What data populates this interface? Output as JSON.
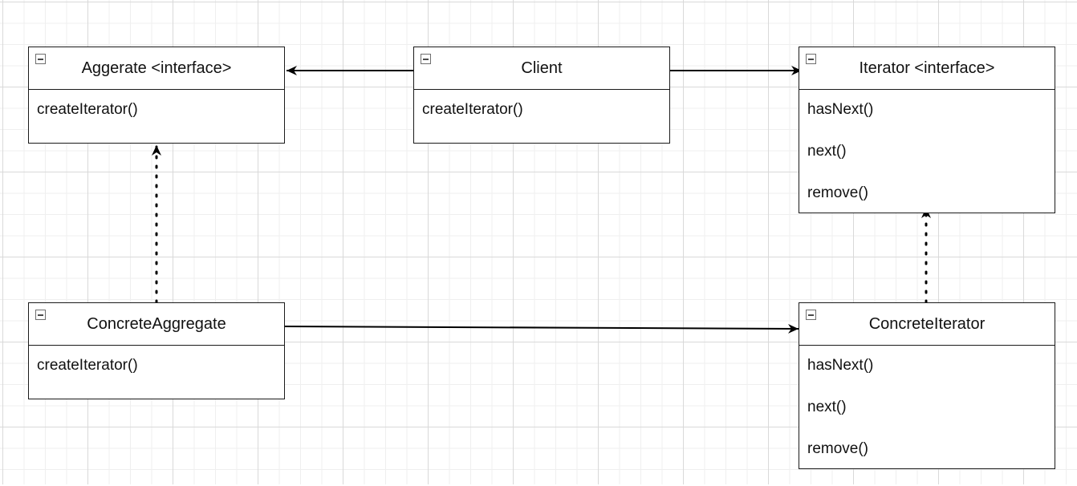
{
  "diagram": {
    "nodes": [
      {
        "id": "aggregate",
        "title": "Aggerate <interface>",
        "methods": [
          "createIterator()"
        ],
        "collapse_icon": "minus-square-icon"
      },
      {
        "id": "client",
        "title": "Client",
        "methods": [
          "createIterator()"
        ],
        "collapse_icon": "minus-square-icon"
      },
      {
        "id": "iterator",
        "title": "Iterator <interface>",
        "methods": [
          "hasNext()",
          "next()",
          "remove()"
        ],
        "collapse_icon": "minus-square-icon"
      },
      {
        "id": "concrete-aggregate",
        "title": "ConcreteAggregate",
        "methods": [
          "createIterator()"
        ],
        "collapse_icon": "minus-square-icon"
      },
      {
        "id": "concrete-iterator",
        "title": "ConcreteIterator",
        "methods": [
          "hasNext()",
          "next()",
          "remove()"
        ],
        "collapse_icon": "minus-square-icon"
      }
    ],
    "edges": [
      {
        "from": "client",
        "to": "aggregate",
        "style": "solid",
        "arrow": "open"
      },
      {
        "from": "client",
        "to": "iterator",
        "style": "solid",
        "arrow": "open"
      },
      {
        "from": "concrete-aggregate",
        "to": "aggregate",
        "style": "dotted",
        "arrow": "open"
      },
      {
        "from": "concrete-iterator",
        "to": "iterator",
        "style": "dotted",
        "arrow": "open"
      },
      {
        "from": "concrete-aggregate",
        "to": "concrete-iterator",
        "style": "solid",
        "arrow": "open"
      }
    ],
    "colors": {
      "line": "#000000",
      "border": "#1a1a1a",
      "grid_major": "#d9d9d9",
      "grid_minor": "#efefef",
      "background": "#ffffff"
    }
  }
}
